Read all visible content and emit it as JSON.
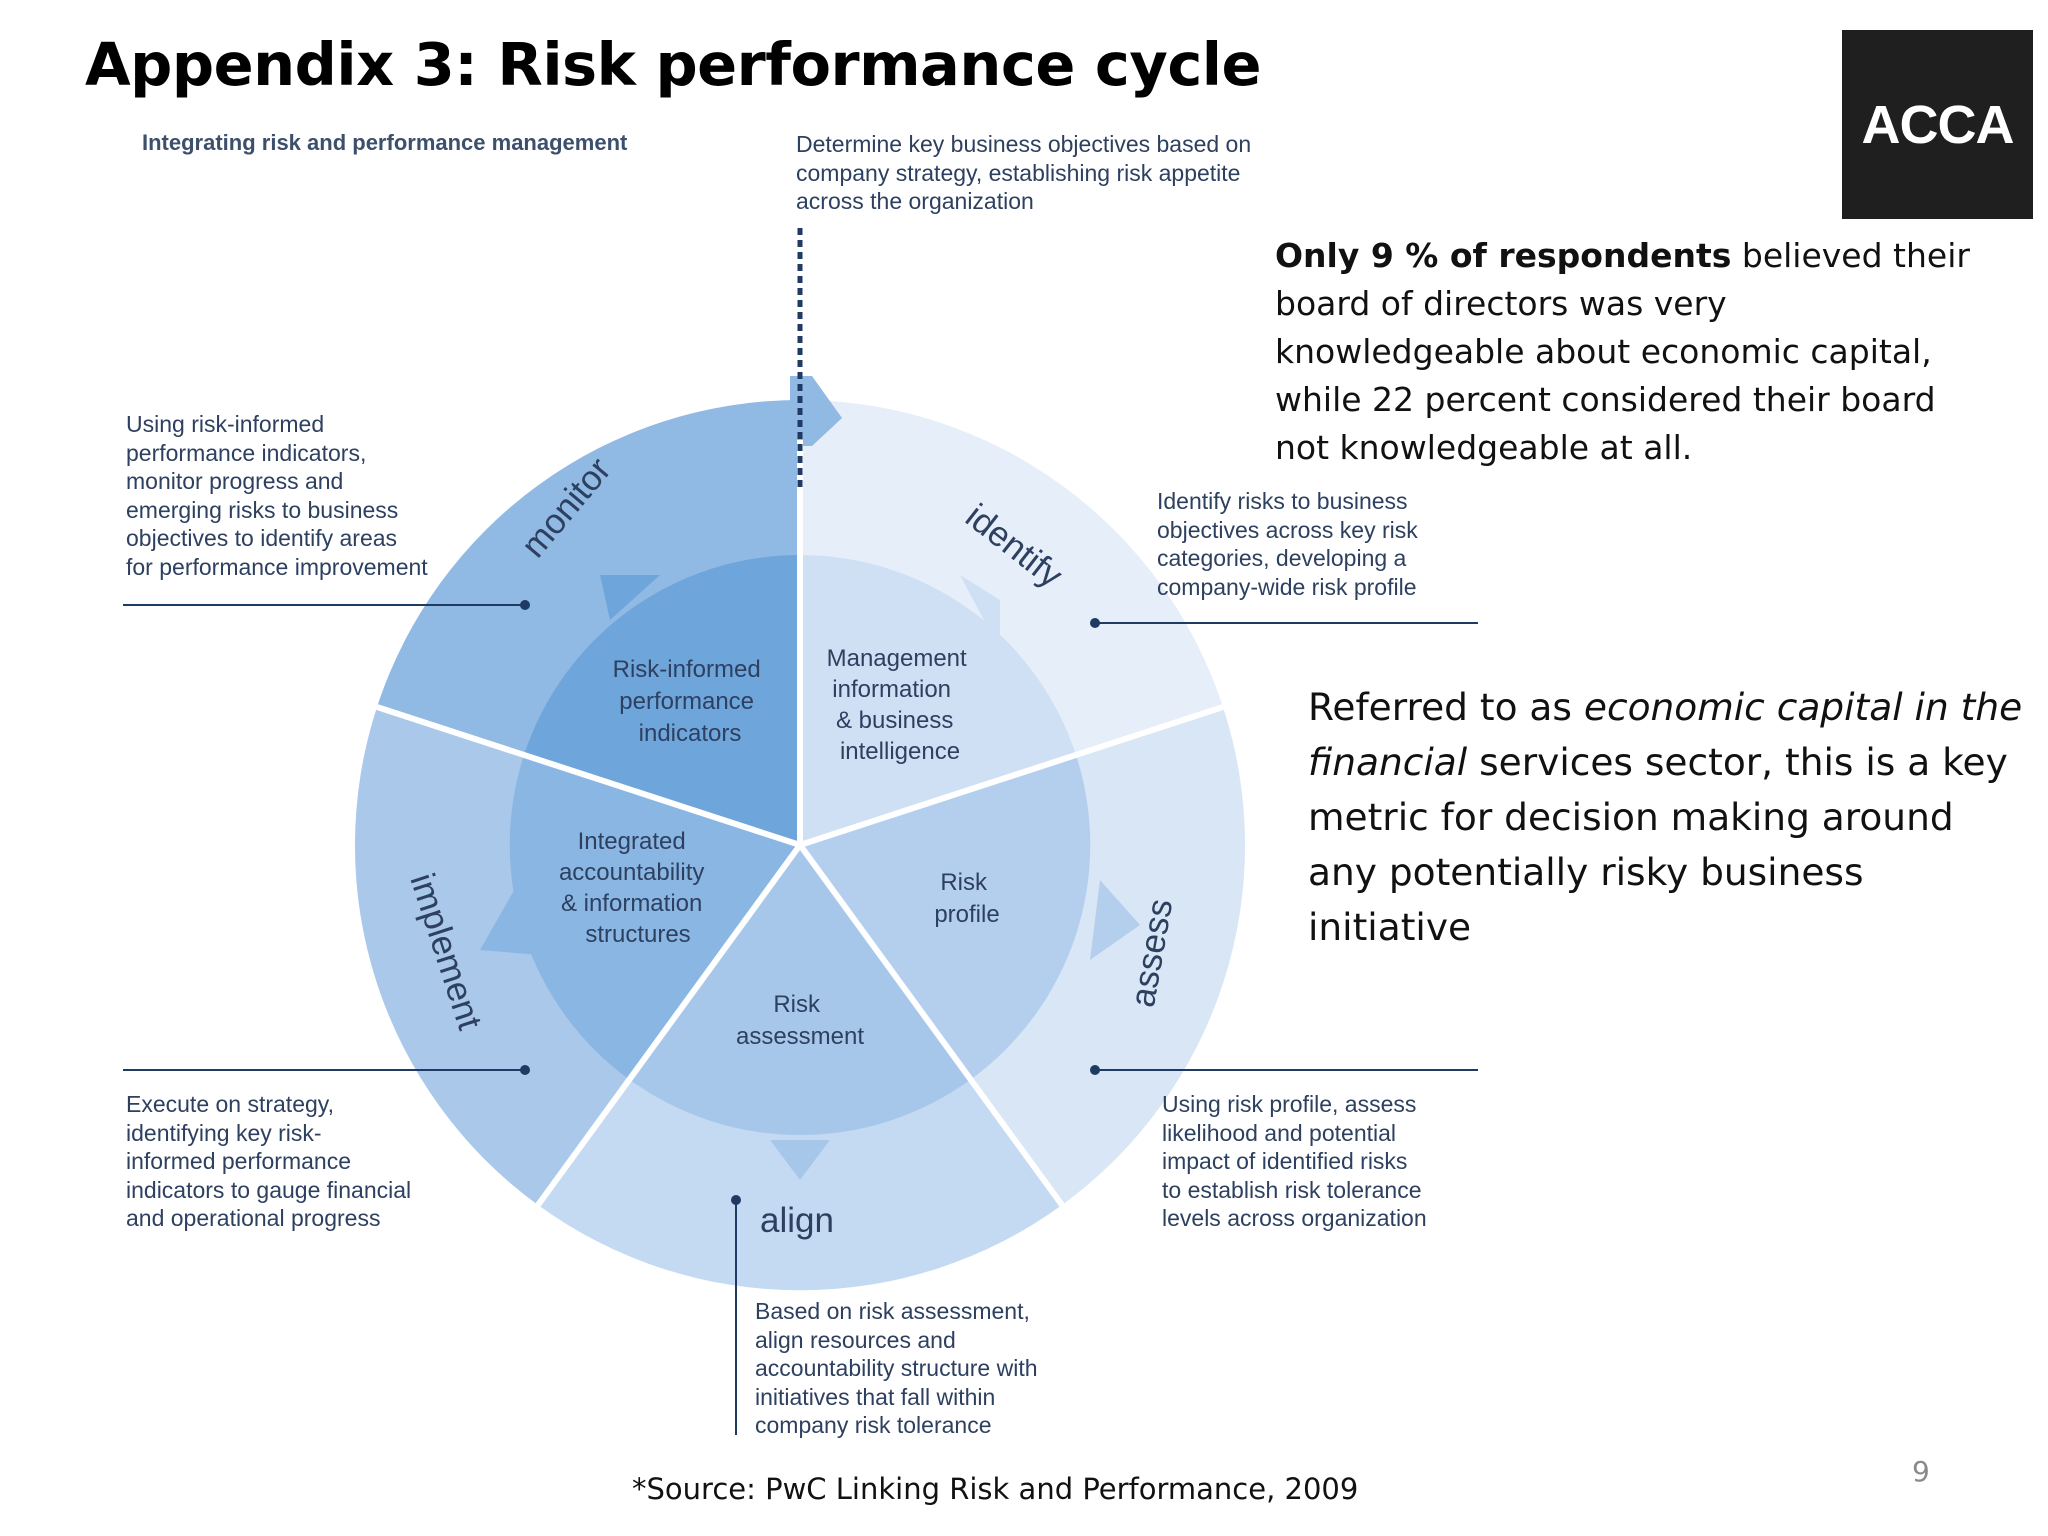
{
  "slide": {
    "title": "Appendix 3: Risk performance cycle",
    "logo_text": "ACCA",
    "page_number": "9",
    "source": "*Source: PwC  Linking Risk and Performance, 2009"
  },
  "diagram": {
    "heading": "Integrating risk and performance management",
    "phases": [
      {
        "label": "identify",
        "inner": [
          "Management",
          "information",
          "& business",
          "intelligence"
        ]
      },
      {
        "label": "assess",
        "inner": [
          "Risk",
          "profile"
        ]
      },
      {
        "label": "align",
        "inner": [
          "Risk",
          "assessment"
        ]
      },
      {
        "label": "implement",
        "inner": [
          "Integrated",
          "accountability",
          "& information",
          "structures"
        ]
      },
      {
        "label": "monitor",
        "inner": [
          "Risk-informed",
          "performance",
          "indicators"
        ]
      }
    ],
    "notes": {
      "top": "Determine key business objectives based on\ncompany strategy, establishing risk appetite\nacross the organization",
      "monitor": "Using risk-informed\nperformance indicators,\nmonitor progress and\nemerging risks to business\nobjectives to identify areas\nfor performance improvement",
      "identify": "Identify risks to business\nobjectives across key risk\ncategories, developing a\ncompany-wide risk profile",
      "implement": "Execute on strategy,\nidentifying key risk-\ninformed performance\nindicators to gauge financial\nand operational progress",
      "assess": "Using risk profile, assess\nlikelihood and potential\nimpact of identified risks\nto establish risk tolerance\nlevels across organization",
      "align": "Based on risk assessment,\nalign resources and\naccountability structure with\ninitiatives that fall within\ncompany risk tolerance"
    },
    "colors": {
      "identify_outer": "#e5eef9",
      "identify_inner": "#cfe0f4",
      "assess_outer": "#d8e6f6",
      "assess_inner": "#b4cfee",
      "align_outer": "#c4daf2",
      "align_inner": "#a7c7ea",
      "implement_outer": "#a9c8ea",
      "implement_inner": "#8ab6e3",
      "monitor_outer": "#90b9e4",
      "monitor_inner": "#6ea6dc",
      "text_dark": "#2e4060"
    }
  },
  "callouts": {
    "board_bold": "Only 9 % of respondents",
    "board_rest": " believed their board of directors was very knowledgeable about economic capital, while 22 percent considered their board not knowledgeable at all.",
    "econ_pre": "Referred to as ",
    "econ_italic": "economic capital in the financial",
    "econ_post": " services sector, this is a key metric for decision making around any potentially risky business initiative"
  }
}
